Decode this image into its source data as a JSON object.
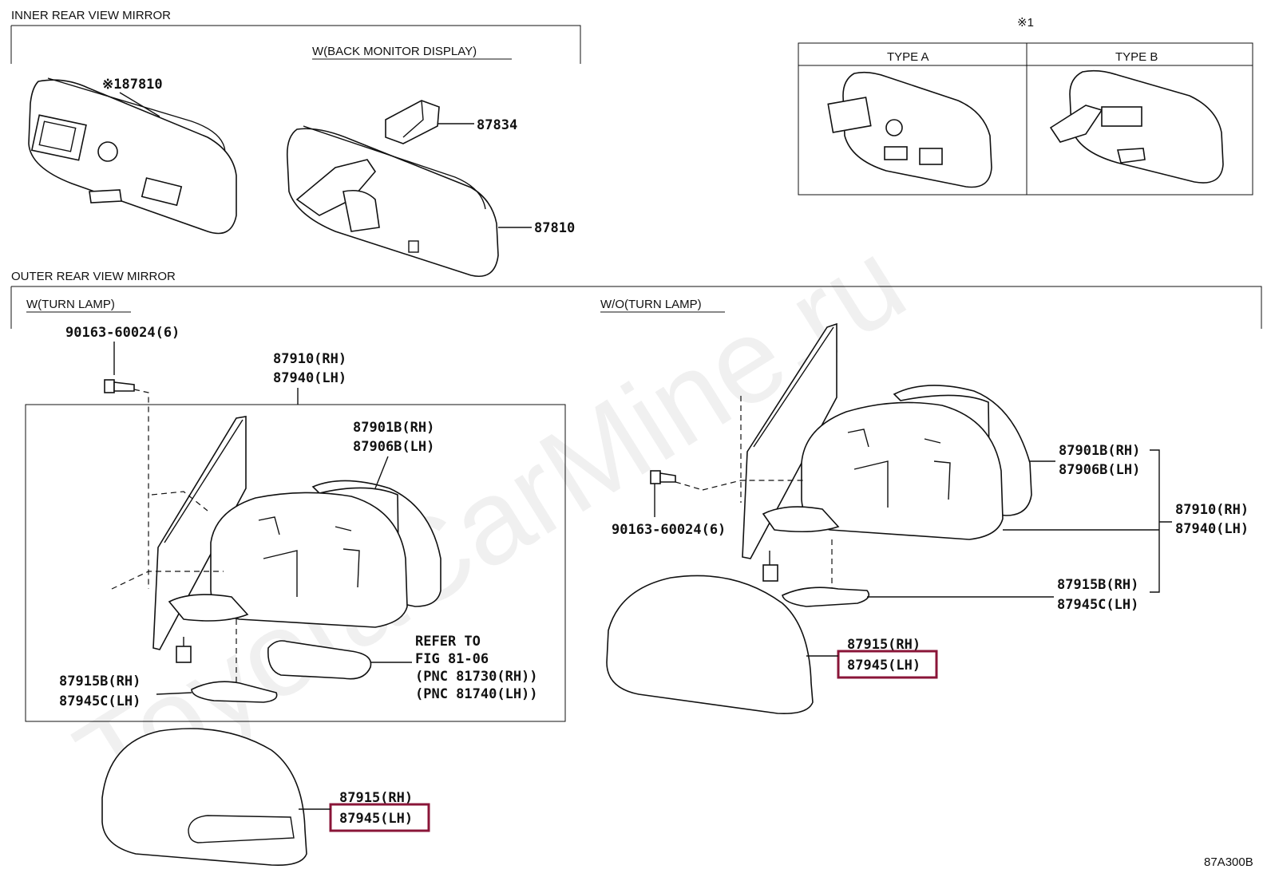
{
  "sections": {
    "inner_title": "INNER REAR VIEW MIRROR",
    "inner_variant": "W(BACK MONITOR DISPLAY)",
    "outer_title": "OUTER REAR VIEW MIRROR",
    "outer_left_variant": "W(TURN LAMP)",
    "outer_right_variant": "W/O(TURN LAMP)"
  },
  "note_marker": "※1",
  "type_table": {
    "type_a": "TYPE A",
    "type_b": "TYPE B"
  },
  "labels": {
    "inner_mirror_ref": "※187810",
    "inner_mirror": "87810",
    "cover_clip": "87834",
    "bolt_left": "90163-60024(6)",
    "bolt_right": "90163-60024(6)",
    "assy_left_rh": "87910(RH)",
    "assy_left_lh": "87940(LH)",
    "assy_right_rh": "87910(RH)",
    "assy_right_lh": "87940(LH)",
    "mirror_left_rh": "87901B(RH)",
    "mirror_left_lh": "87906B(LH)",
    "mirror_right_rh": "87901B(RH)",
    "mirror_right_lh": "87906B(LH)",
    "cover_part_left_rh": "87915B(RH)",
    "cover_part_left_lh": "87945C(LH)",
    "cover_part_right_rh": "87915B(RH)",
    "cover_part_right_lh": "87945C(LH)",
    "cap_left_rh": "87915(RH)",
    "cap_left_lh": "87945(LH)",
    "cap_right_rh": "87915(RH)",
    "cap_right_lh": "87945(LH)",
    "refer_1": "REFER TO",
    "refer_2": "FIG 81-06",
    "refer_3": "(PNC 81730(RH))",
    "refer_4": "(PNC 81740(LH))"
  },
  "figure_code": "87A300B",
  "watermark": "ToyotaCarMine.ru",
  "highlight_color": "#8a1538"
}
